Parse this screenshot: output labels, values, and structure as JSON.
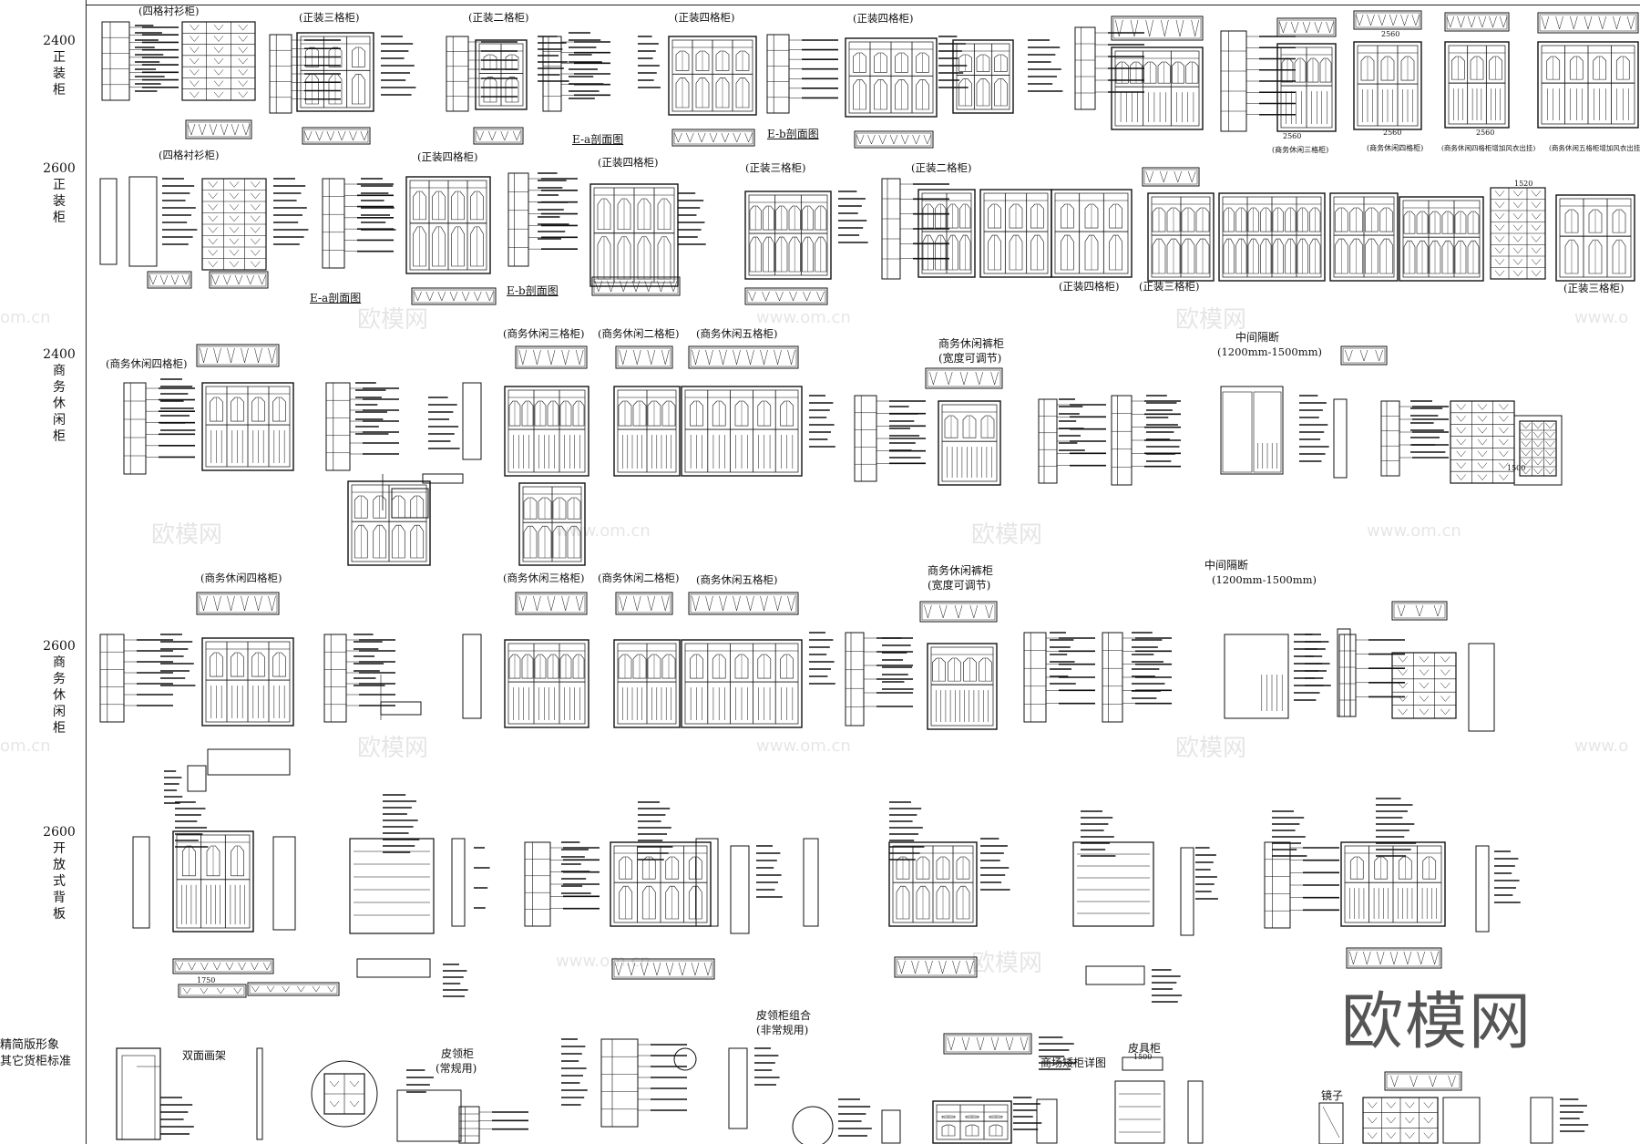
{
  "row_labels": [
    {
      "id": "r1",
      "text": "2400\n正\n装\n柜"
    },
    {
      "id": "r2",
      "text": "2600\n正\n装\n柜"
    },
    {
      "id": "r3",
      "text": "2400\n商\n务\n休\n闲\n柜"
    },
    {
      "id": "r4",
      "text": "2600\n商\n务\n休\n闲\n柜"
    },
    {
      "id": "r5",
      "text": "2600\n开\n放\n式\n背\n板"
    },
    {
      "id": "r6",
      "text": "精简版形象\n其它货柜标准"
    }
  ],
  "labels": {
    "r1_a": "(四格衬衫柜)",
    "r1_b": "(正装三格柜)",
    "r1_c": "(正装二格柜)",
    "r1_d": "(正装四格柜)",
    "r1_e": "(正装四格柜)",
    "r1_sec_a": "E-a剖面图",
    "r1_sec_b": "E-b剖面图",
    "r1_cap1": "(商务休闲三格柜)",
    "r1_cap2": "(商务休闲四格柜)",
    "r1_cap3": "(商务休闲四格柜增加风衣出挂)",
    "r1_cap4": "(商务休闲五格柜增加风衣出挂)",
    "r2_a": "(四格衬衫柜)",
    "r2_b": "(正装四格柜)",
    "r2_c": "(正装四格柜)",
    "r2_d": "(正装三格柜)",
    "r2_e": "(正装二格柜)",
    "r2_sec_a": "E-a剖面图",
    "r2_sec_b": "E-b剖面图",
    "r2_f": "(正装四格柜)",
    "r2_g": "(正装三格柜)",
    "r2_h": "(正装三格柜)",
    "r3_a": "(商务休闲四格柜)",
    "r3_b": "(商务休闲三格柜)",
    "r3_c": "(商务休闲二格柜)",
    "r3_d": "(商务休闲五格柜)",
    "r3_e": "商务休闲裤柜",
    "r3_e2": "(宽度可调节)",
    "r3_f": "中间隔断",
    "r3_f2": "(1200mm-1500mm)",
    "r4_a": "(商务休闲四格柜)",
    "r4_b": "(商务休闲三格柜)",
    "r4_c": "(商务休闲二格柜)",
    "r4_d": "(商务休闲五格柜)",
    "r4_e": "商务休闲裤柜",
    "r4_e2": "(宽度可调节)",
    "r4_f": "中间隔断",
    "r4_f2": "(1200mm-1500mm)",
    "r6_a": "双面画架",
    "r6_b": "皮领柜",
    "r6_b2": "(常规用)",
    "r6_c": "皮领柜组合",
    "r6_c2": "(非常规用)",
    "r6_d": "商场矮柜详图",
    "r6_e": "皮具柜",
    "r6_f": "镜子",
    "logo": "欧模网"
  },
  "dims": {
    "d1": "2560",
    "d2": "2560",
    "d3": "2560",
    "d4": "2560",
    "d5": "1520",
    "d6": "1750",
    "d7": "1500",
    "d8": "1500"
  },
  "watermarks": {
    "w_om": "欧模网",
    "w_url": "www.om.cn",
    "w_url2": "om.cn",
    "w_url3": "www.o"
  }
}
